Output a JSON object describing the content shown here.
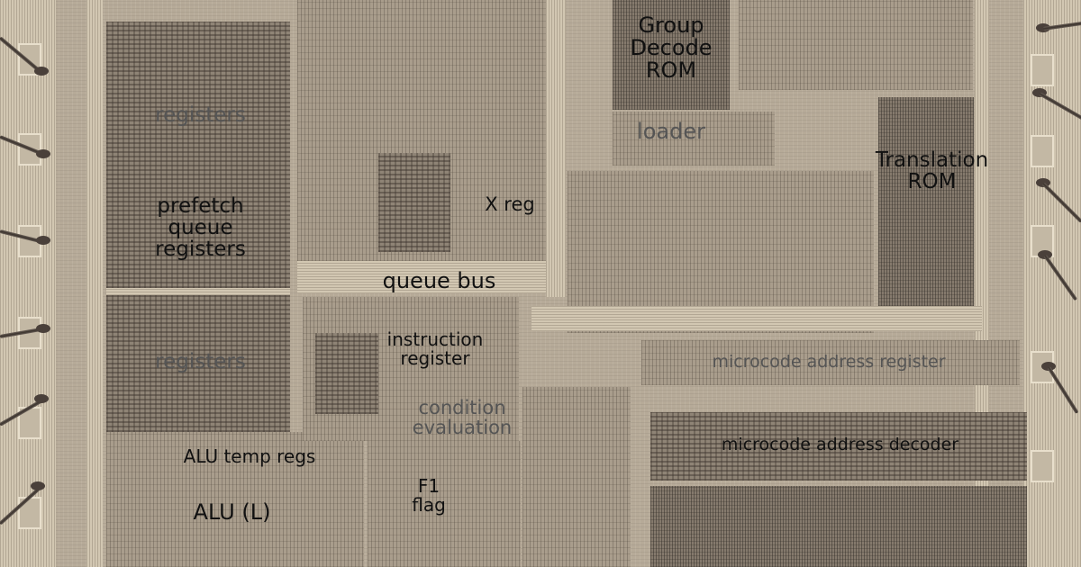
{
  "labels": {
    "registers_top": "registers",
    "prefetch_queue": "prefetch\nqueue\nregisters",
    "registers_bottom": "registers",
    "alu_temp": "ALU temp regs",
    "alu_l": "ALU (L)",
    "queue_bus": "queue bus",
    "x_reg": "X reg",
    "instruction_register": "instruction\nregister",
    "condition_evaluation": "condition\nevaluation",
    "f1_flag": "F1\nflag",
    "group_decode_rom": "Group\nDecode\nROM",
    "loader": "loader",
    "translation_rom": "Translation\nROM",
    "microcode_address_register": "microcode address register",
    "microcode_address_decoder": "microcode address decoder"
  },
  "colors": {
    "label_dark": "#111111",
    "label_gray": "#555555",
    "die_base": "#b6aa98"
  }
}
